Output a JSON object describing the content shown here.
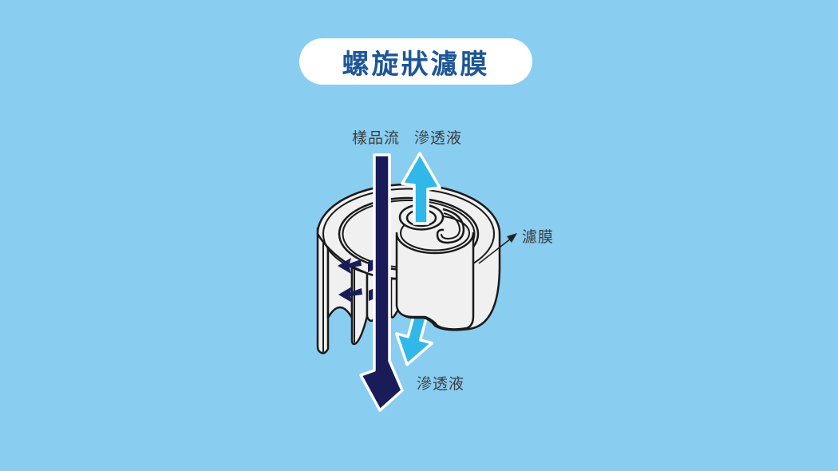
{
  "title": {
    "label": "螺旋狀濾膜"
  },
  "diagram": {
    "labels": {
      "sample_flow": "樣品流",
      "permeate_top": "滲透液",
      "membrane": "濾膜",
      "permeate_bottom": "滲透液"
    },
    "colors": {
      "background": "#89CDF0",
      "pill_background": "#FFFFFF",
      "title_text": "#1D5697",
      "label_text": "#3D3D3D",
      "sample_arrow": "#1A1C5A",
      "permeate_arrow": "#2FB8E8",
      "membrane_fill": "#F0F0F0",
      "membrane_outline": "#1A1A1A"
    }
  }
}
